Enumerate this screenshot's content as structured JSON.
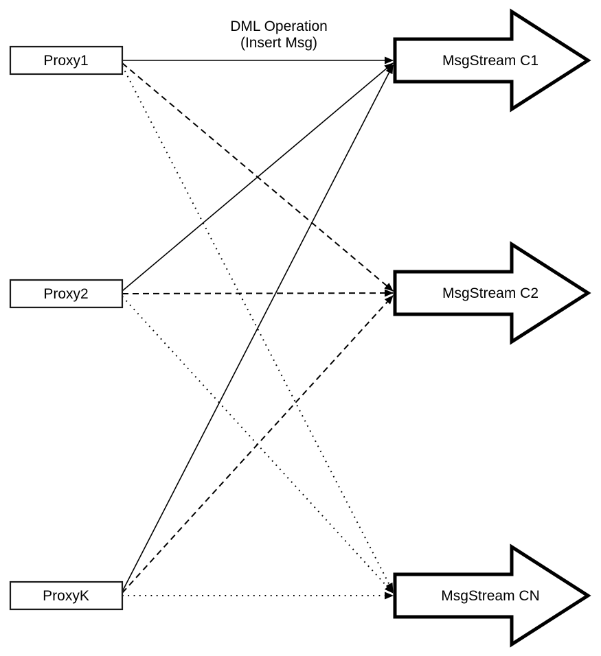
{
  "diagram": {
    "top_label": {
      "line1": "DML Operation",
      "line2": "(Insert Msg)"
    },
    "proxies": [
      {
        "label": "Proxy1"
      },
      {
        "label": "Proxy2"
      },
      {
        "label": "ProxyK"
      }
    ],
    "streams": [
      {
        "label": "MsgStream C1"
      },
      {
        "label": "MsgStream C2"
      },
      {
        "label": "MsgStream CN"
      }
    ],
    "edges": [
      {
        "from": "Proxy1",
        "to": "MsgStream C1",
        "style": "solid"
      },
      {
        "from": "Proxy1",
        "to": "MsgStream C2",
        "style": "dashed"
      },
      {
        "from": "Proxy1",
        "to": "MsgStream CN",
        "style": "dotted"
      },
      {
        "from": "Proxy2",
        "to": "MsgStream C1",
        "style": "solid"
      },
      {
        "from": "Proxy2",
        "to": "MsgStream C2",
        "style": "dashed"
      },
      {
        "from": "Proxy2",
        "to": "MsgStream CN",
        "style": "dotted"
      },
      {
        "from": "ProxyK",
        "to": "MsgStream C1",
        "style": "solid"
      },
      {
        "from": "ProxyK",
        "to": "MsgStream C2",
        "style": "dashed"
      },
      {
        "from": "ProxyK",
        "to": "MsgStream CN",
        "style": "dotted"
      }
    ],
    "colors": {
      "stroke": "#000000",
      "fill": "#ffffff",
      "background": "#ffffff"
    }
  }
}
